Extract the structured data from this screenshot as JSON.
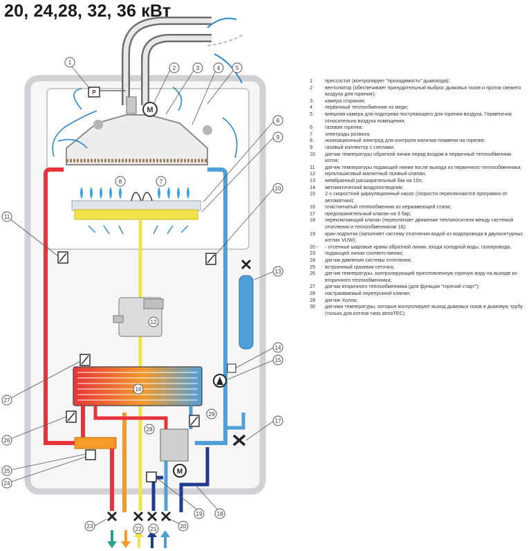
{
  "title": "20, 24,28, 32, 36 кВт",
  "colors": {
    "hot_line": "#e8333a",
    "cold_line": "#4f9fd8",
    "gas_line": "#f2e34a",
    "dhw_line": "#f39a2b",
    "navy_line": "#1f3a8f",
    "body_outline": "#cfd1d5",
    "flame": "#3aa0e8",
    "accent_arrow": "#2a86c8"
  },
  "icons": [
    "fan-motor-icon",
    "pump-icon",
    "valve-icon",
    "pressure-switch-icon",
    "sensor-icon",
    "arrow-down-icon",
    "arrow-up-icon"
  ],
  "callouts": [
    "1",
    "2",
    "3",
    "4",
    "5",
    "6",
    "9",
    "8",
    "7",
    "10",
    "11",
    "13",
    "12",
    "14",
    "15",
    "16",
    "17",
    "27",
    "26",
    "28",
    "29",
    "25",
    "24",
    "19",
    "18",
    "23",
    "22",
    "21",
    "20"
  ],
  "legend": [
    {
      "num": "1",
      "text": "прессостат (контролирует \"проходимость\" дымохода);"
    },
    {
      "num": "2",
      "text": "вентилятор (обеспечивает принудительный выброс дымовых газов и проток свежего воздуха для горения);"
    },
    {
      "num": "3",
      "text": "камера сгорания;"
    },
    {
      "num": "4",
      "text": "первичный теплообменник из меди;"
    },
    {
      "num": "5",
      "text": "внешняя камера для подогрева поступающего для горения воздуха. Герметична относительно воздуха помещения;"
    },
    {
      "num": "6",
      "text": "газовая горелка;"
    },
    {
      "num": "7",
      "text": "электроды розжига;"
    },
    {
      "num": "8",
      "text": "ионизационный электрод для контроля наличия пламени на горелке;"
    },
    {
      "num": "9",
      "text": "газовый коллектор с соплами;"
    },
    {
      "num": "10",
      "text": "датчик температуры обратной линии перед входом в первичный теплообменник котла;"
    },
    {
      "num": "11",
      "text": "датчик температуры подающей линии после выхода из первичного теплообменника;"
    },
    {
      "num": "12",
      "text": "мультишаговый магнитный газовый клапан;"
    },
    {
      "num": "13",
      "text": "мембранный расширительный бак на 10л;"
    },
    {
      "num": "14",
      "text": "автоматический воздухоотводчик;"
    },
    {
      "num": "15",
      "text": "2-х скоростной циркуляционный насос (скорости переключаются програмно от автоматики);"
    },
    {
      "num": "16",
      "text": "пластинчатый теплообменник из нержавеющей стали;"
    },
    {
      "num": "17",
      "text": "предохранительный клапан на 3 бар;"
    },
    {
      "num": "18",
      "text": "переключающий клапан (переключает движение теплоносителя между системой отопления и теплообменником 16);"
    },
    {
      "num": "19",
      "text": "кран подпитки (заполняет систему отопления водой из водопровода в двухконтурных котлах VUW);"
    },
    {
      "num": "20 - 23",
      "text": "- отсечные шаровые краны обратной линии, входа холодной воды, газопровода, подающей линии соответственно;"
    },
    {
      "num": "24",
      "text": "датчик давления системы отопления;"
    },
    {
      "num": "25",
      "text": "встроенный грязевик-сеточка;"
    },
    {
      "num": "26",
      "text": "датчик температуры, контролирующий приготовленную горячую воду на выходе из вторичного теплообменника;"
    },
    {
      "num": "27",
      "text": "датчик вторичного теплообменника (для функции \"горячий старт\");"
    },
    {
      "num": "28",
      "text": "настраиваемый перепускной клапан;"
    },
    {
      "num": "29",
      "text": "датчик Холла;"
    },
    {
      "num": "30",
      "text": "датчики температуры, которые контролируют выход дымовых газов в дымовую трубу (только для котлов типа atmoTEC)."
    }
  ]
}
